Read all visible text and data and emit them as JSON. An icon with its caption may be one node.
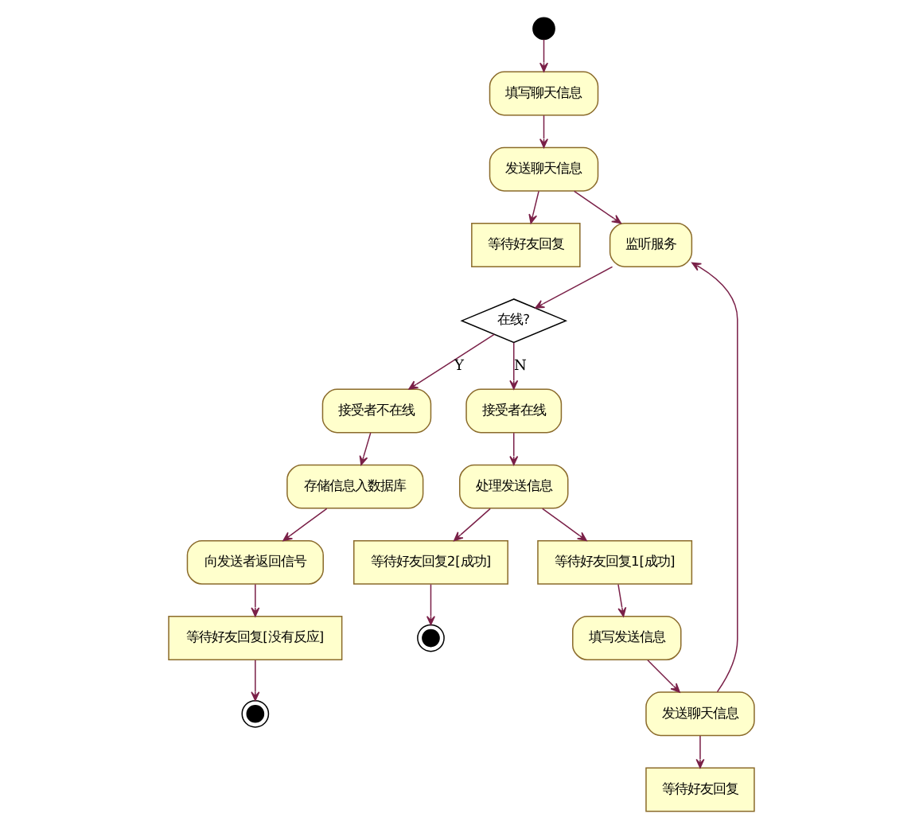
{
  "diagram": {
    "nodes": [
      {
        "text": [],
        "shape": "circle"
      },
      {
        "text": [
          "填写聊天信息"
        ]
      },
      {
        "text": [
          "发送聊天信息"
        ]
      },
      {
        "text": [
          "等待好友回复"
        ]
      },
      {
        "text": [
          "等待好友回复[没有反应]"
        ]
      },
      {
        "text": [],
        "shape": "circle"
      },
      {
        "text": [
          "等待好友回复2[成功]"
        ]
      },
      {
        "text": [],
        "shape": "circle"
      },
      {
        "text": [
          "监听服务"
        ]
      },
      {
        "text": [
          "在线?"
        ]
      },
      {
        "text": [
          "接受者不在线"
        ]
      },
      {
        "text": [
          "接受者在线"
        ]
      },
      {
        "text": [
          "存储信息入数据库"
        ]
      },
      {
        "text": [
          "向发送者返回信号"
        ]
      },
      {
        "text": [
          "处理发送信息"
        ]
      },
      {
        "text": [
          "等待好友回复1[成功]"
        ]
      },
      {
        "text": [
          "填写发送信息"
        ]
      },
      {
        "text": [
          "发送聊天信息"
        ]
      },
      {
        "text": [
          "等待好友回复"
        ]
      }
    ],
    "edges": [
      {
        "from": 0,
        "to": 1,
        "arrow": "to"
      },
      {
        "from": 1,
        "to": 2,
        "arrow": "to"
      },
      {
        "from": 2,
        "to": 3,
        "arrow": "to"
      },
      {
        "from": 2,
        "to": 8,
        "arrow": "to"
      },
      {
        "from": 8,
        "to": 9,
        "arrow": "to"
      },
      {
        "from": 9,
        "to": 10,
        "arrow": "to",
        "label": "Y"
      },
      {
        "from": 9,
        "to": 11,
        "arrow": "to",
        "label": "N"
      },
      {
        "from": 10,
        "to": 12,
        "arrow": "to"
      },
      {
        "from": 12,
        "to": 13,
        "arrow": "to"
      },
      {
        "from": 13,
        "to": 4,
        "arrow": "to"
      },
      {
        "from": 4,
        "to": 5,
        "arrow": "to"
      },
      {
        "from": 11,
        "to": 14,
        "arrow": "to"
      },
      {
        "from": 14,
        "to": 6,
        "arrow": "to"
      },
      {
        "from": 14,
        "to": 15,
        "arrow": "to"
      },
      {
        "from": 15,
        "to": 16,
        "arrow": "to"
      },
      {
        "from": 16,
        "to": 17,
        "arrow": "to"
      },
      {
        "from": 17,
        "to": 8,
        "arrow": "to"
      },
      {
        "from": 17,
        "to": 18,
        "arrow": "to"
      },
      {
        "from": 6,
        "to": 7,
        "arrow": "to"
      }
    ]
  }
}
